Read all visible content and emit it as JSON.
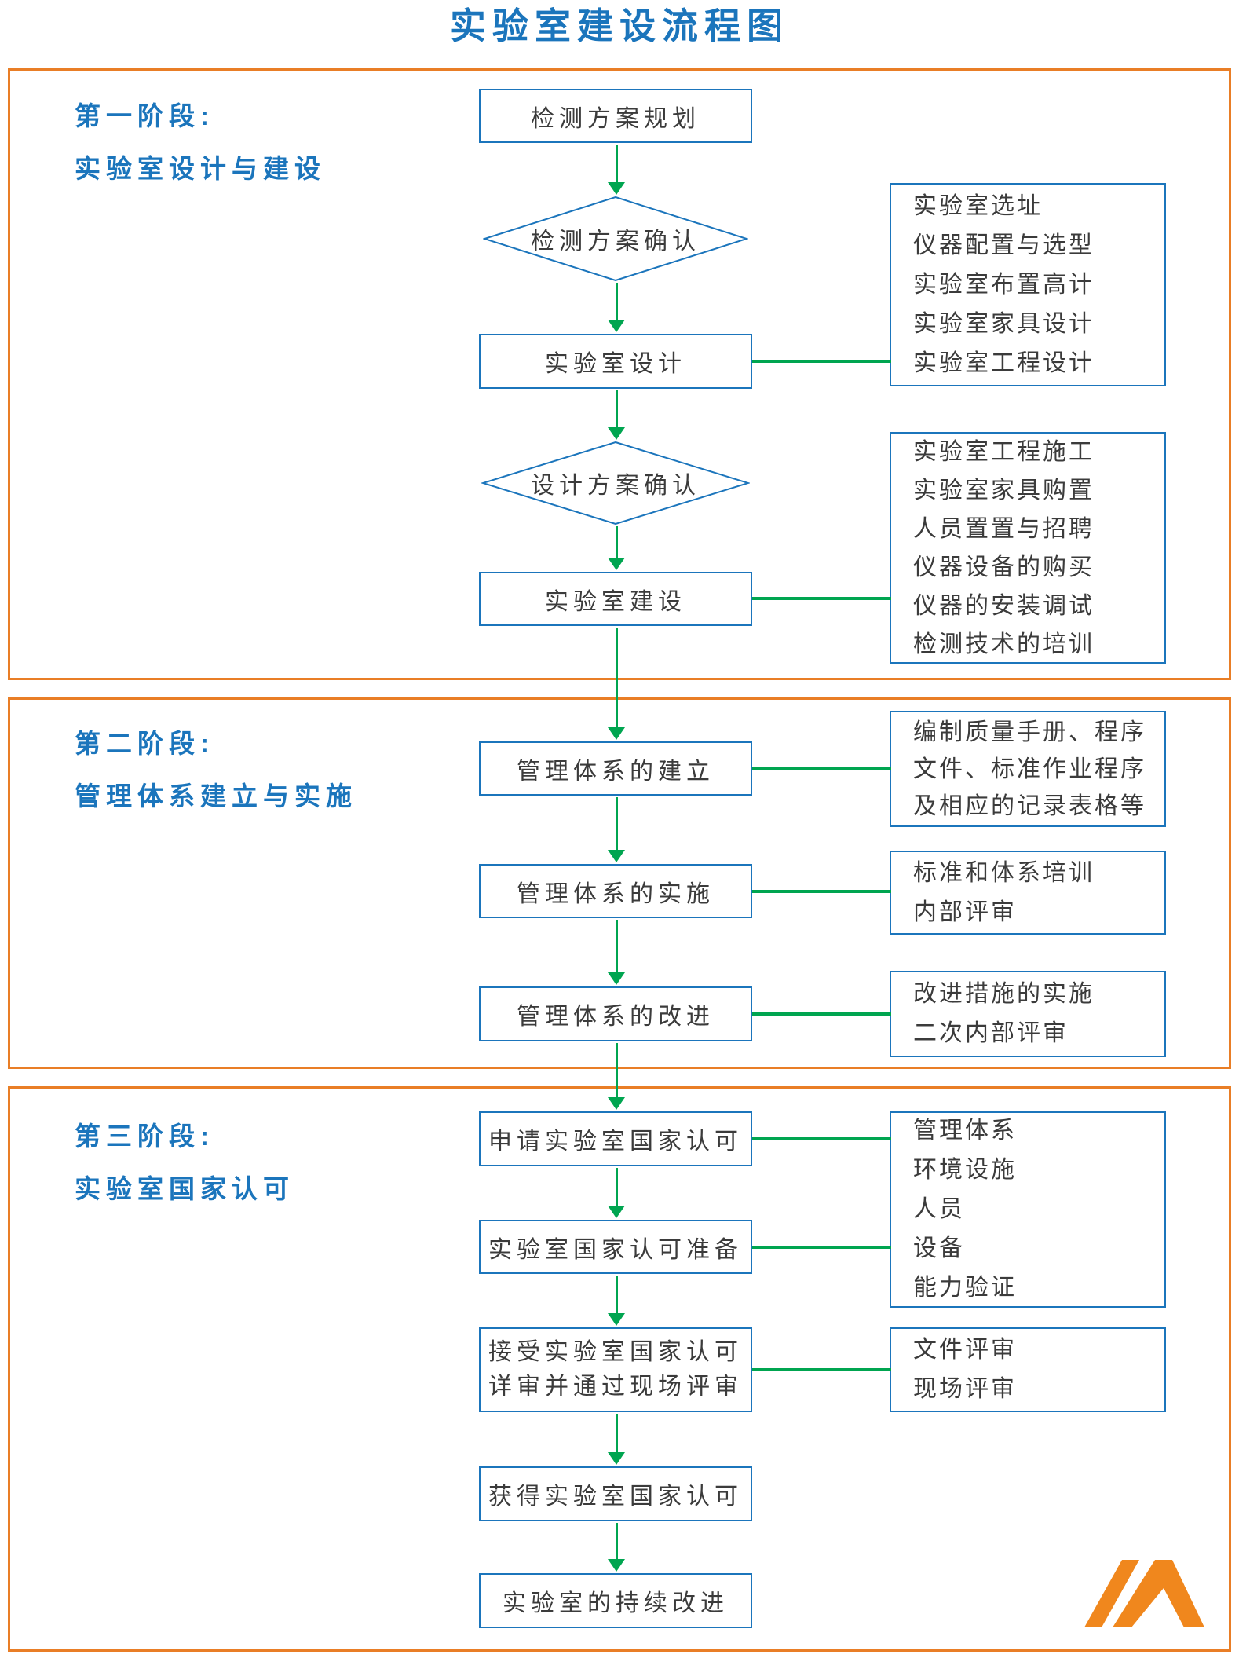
{
  "title": "实验室建设流程图",
  "stages": [
    {
      "line1": "第一阶段:",
      "line2": "实验室设计与建设"
    },
    {
      "line1": "第二阶段:",
      "line2": "管理体系建立与实施"
    },
    {
      "line1": "第三阶段:",
      "line2": "实验室国家认可"
    }
  ],
  "flow": {
    "plan": "检测方案规划",
    "plan_confirm": "检测方案确认",
    "lab_design": "实验室设计",
    "design_confirm": "设计方案确认",
    "lab_build": "实验室建设",
    "system_establish": "管理体系的建立",
    "system_implement": "管理体系的实施",
    "system_improve": "管理体系的改进",
    "apply_accreditation": "申请实验室国家认可",
    "accreditation_prepare": "实验室国家认可准备",
    "accept_review_line1": "接受实验室国家认可",
    "accept_review_line2": "详审并通过现场评审",
    "obtain_accreditation": "获得实验室国家认可",
    "continuous_improve": "实验室的持续改进"
  },
  "notes": {
    "design_items": [
      "实验室选址",
      "仪器配置与选型",
      "实验室布置高计",
      "实验室家具设计",
      "实验室工程设计"
    ],
    "build_items": [
      "实验室工程施工",
      "实验室家具购置",
      "人员置置与招聘",
      "仪器设备的购买",
      "仪器的安装调试",
      "检测技术的培训"
    ],
    "establish_items": [
      "编制质量手册、程序",
      "文件、标准作业程序",
      "及相应的记录表格等"
    ],
    "implement_items": [
      "标准和体系培训",
      "内部评审"
    ],
    "improve_items": [
      "改进措施的实施",
      "二次内部评审"
    ],
    "accreditation_items": [
      "管理体系",
      "环境设施",
      "人员",
      "设备",
      "能力验证"
    ],
    "review_items": [
      "文件评审",
      "现场评审"
    ]
  },
  "colors": {
    "blue": "#1B75BC",
    "orange": "#E97E26",
    "green": "#00A550",
    "logo_orange": "#F0871D",
    "text": "#3B3B3B"
  }
}
